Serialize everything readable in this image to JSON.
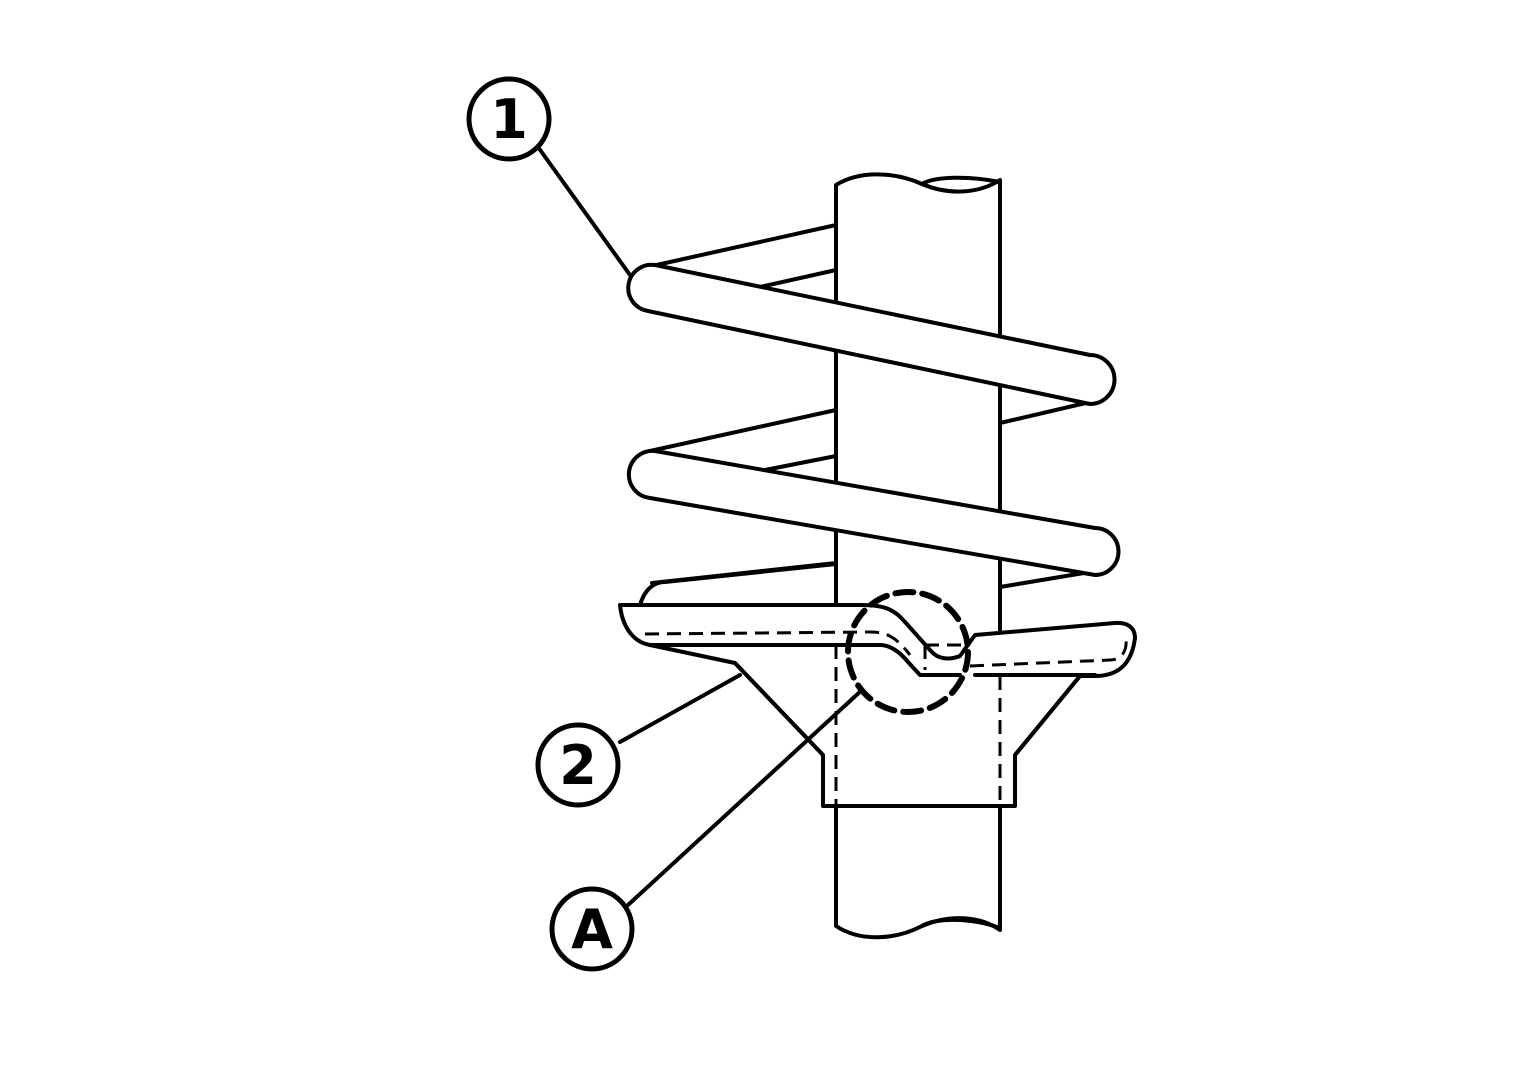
{
  "callouts": {
    "part_1": "1",
    "part_2": "2",
    "detail_a": "A"
  },
  "colors": {
    "line": "#000000",
    "background": "#ffffff"
  }
}
